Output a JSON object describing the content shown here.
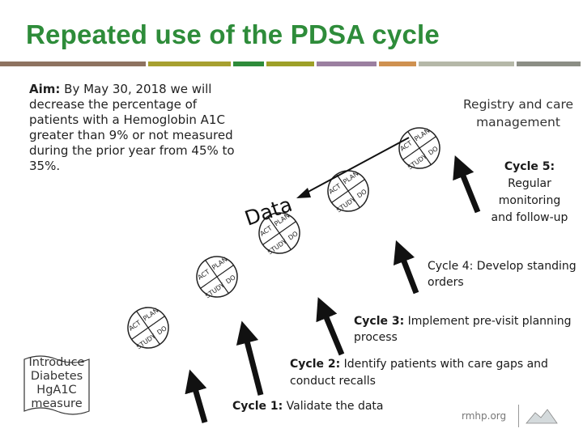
{
  "title": "Repeated use of the PDSA cycle",
  "color_bar": [
    "#8e7360",
    "#a7a030",
    "#2e8c3a",
    "#9ea028",
    "#9b7fa0",
    "#cf9150",
    "#b5b8a8",
    "#8c8e85"
  ],
  "aim": {
    "label": "Aim:",
    "text": " By May 30, 2018 we will decrease the percentage of patients with a Hemoglobin A1C greater than 9% or not measured during the prior year from 45% to 35%."
  },
  "wheel_labels": {
    "act": "ACT",
    "plan": "PLAN",
    "study": "STUDY",
    "do": "DO"
  },
  "data_arrow_label": "Data",
  "intro_label": "Introduce Diabetes HgA1C measure",
  "registry_label": "Registry and care management",
  "cycles": {
    "c1": {
      "label": "Cycle 1:",
      "text": " Validate the data"
    },
    "c2": {
      "label": "Cycle 2:",
      "text": " Identify patients with care gaps and conduct recalls"
    },
    "c3": {
      "label": "Cycle 3:",
      "text": " Implement pre-visit planning process"
    },
    "c4": {
      "label": "Cycle 4:",
      "text": " Develop standing orders"
    },
    "c5": {
      "label": "Cycle 5:",
      "text": " Regular monitoring and follow-up"
    }
  },
  "footer": {
    "org": "rmhp.org"
  },
  "icons": {
    "footer_logo": "mountain-icon"
  }
}
